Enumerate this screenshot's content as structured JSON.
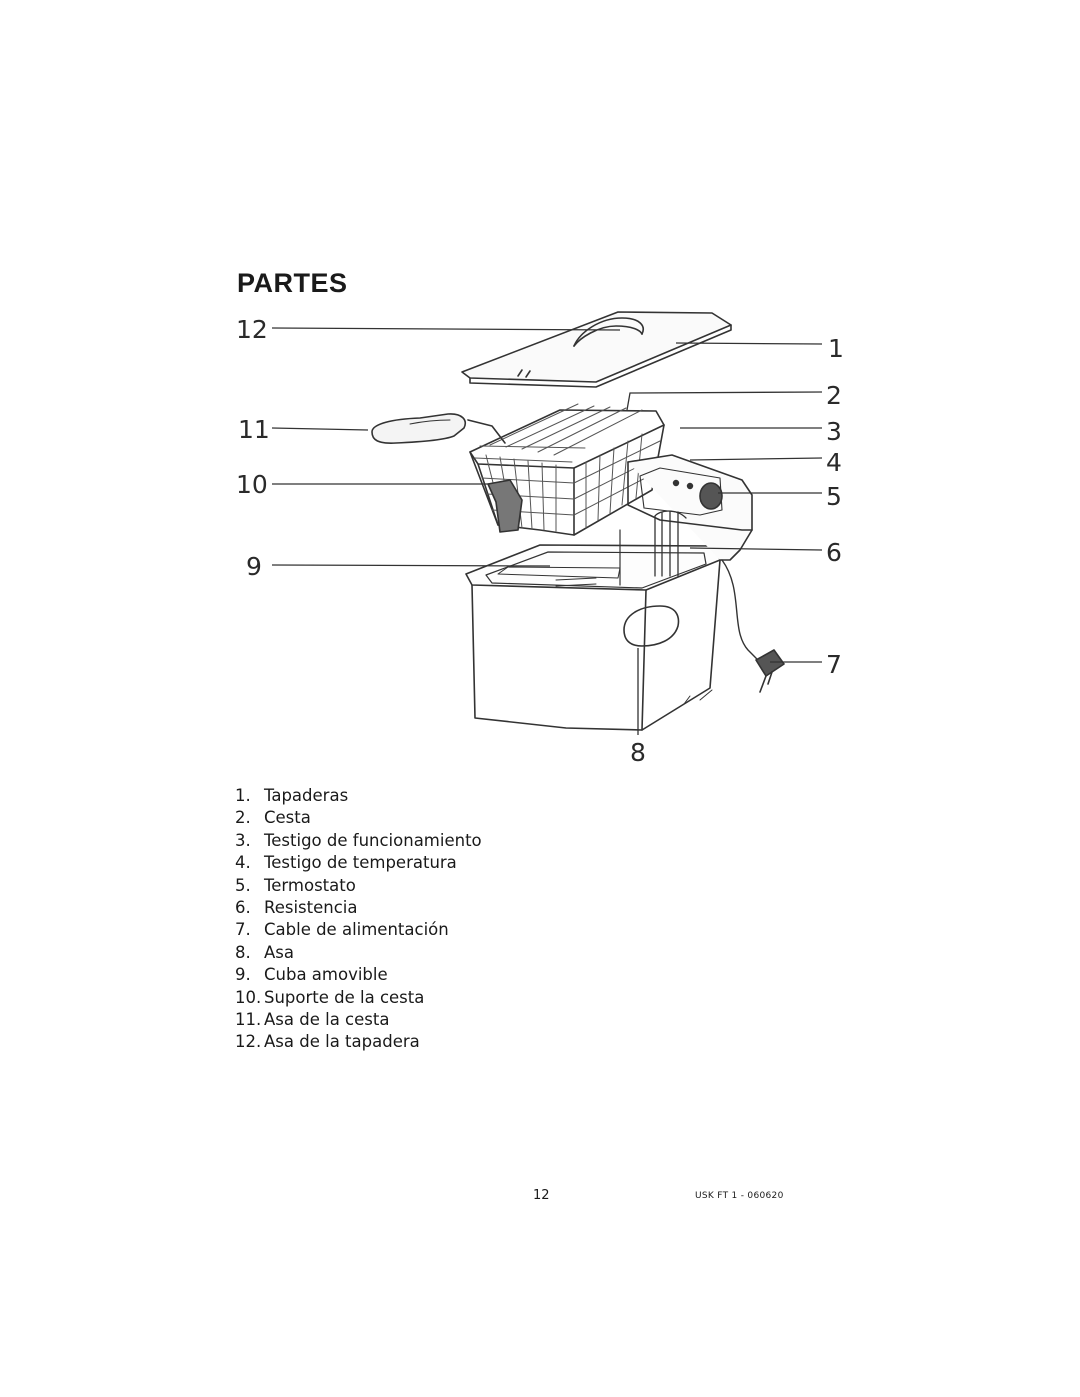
{
  "page_title": "PARTES",
  "callouts": [
    "1",
    "2",
    "3",
    "4",
    "5",
    "6",
    "7",
    "8",
    "9",
    "10",
    "11",
    "12"
  ],
  "parts": [
    {
      "num": "1.",
      "label": "Tapaderas"
    },
    {
      "num": "2.",
      "label": "Cesta"
    },
    {
      "num": "3.",
      "label": "Testigo de funcionamiento"
    },
    {
      "num": "4.",
      "label": "Testigo de temperatura"
    },
    {
      "num": "5.",
      "label": "Termostato"
    },
    {
      "num": "6.",
      "label": "Resistencia"
    },
    {
      "num": "7.",
      "label": "Cable de alimentación"
    },
    {
      "num": "8.",
      "label": "Asa"
    },
    {
      "num": "9.",
      "label": "Cuba amovible"
    },
    {
      "num": "10.",
      "label": "Suporte de la cesta"
    },
    {
      "num": "11.",
      "label": "Asa de la cesta"
    },
    {
      "num": "12.",
      "label": "Asa de la tapadera"
    }
  ],
  "footer": {
    "page_number": "12",
    "doc_code": "USK FT 1  - 060620"
  }
}
